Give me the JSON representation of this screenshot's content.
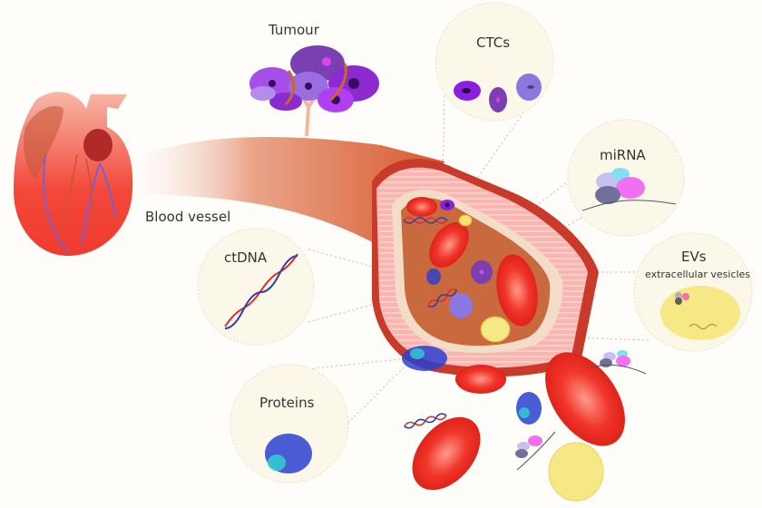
{
  "labels": {
    "tumour": "Tumour",
    "ctcs": "CTCs",
    "mirna": "miRNA",
    "evs": "EVs",
    "evs_sub": "extracellular vesicles",
    "ctdna": "ctDNA",
    "proteins": "Proteins",
    "blood_vessel": "Blood vessel"
  },
  "colors": {
    "background": "#fefdfa",
    "circle_fill": "#fbf8ea",
    "vessel": "#d9643a",
    "rbc": "#ee2a22",
    "vesicle": "#f7e886",
    "dna_red": "#e22a2a",
    "dna_blue": "#2a3fb0",
    "protein": "#2b3fd0"
  }
}
